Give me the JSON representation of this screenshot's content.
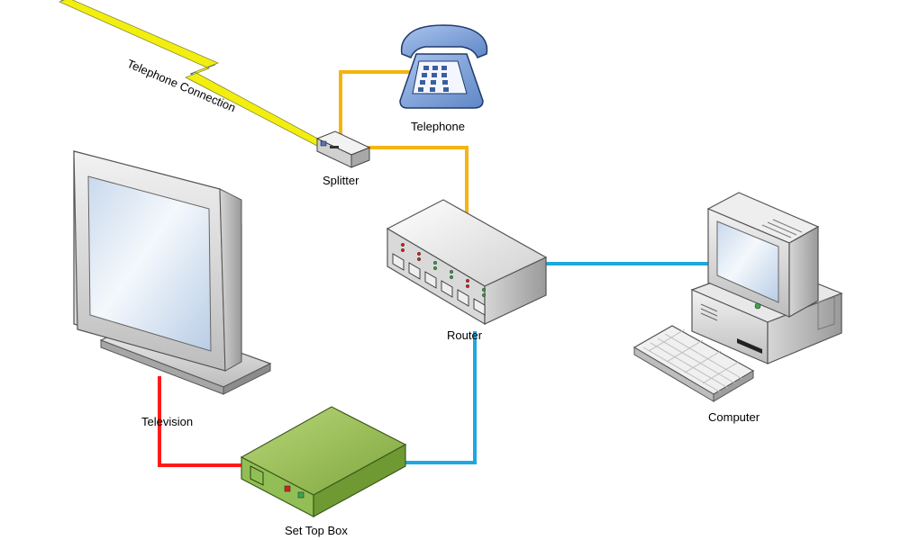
{
  "labels": {
    "telephone_connection": "Telephone Connection",
    "telephone": "Telephone",
    "splitter": "Splitter",
    "router": "Router",
    "television": "Television",
    "computer": "Computer",
    "set_top_box": "Set Top Box"
  },
  "colors": {
    "phone_line": "#f5b50f",
    "ethernet": "#1ea7e1",
    "video": "#ff1a1a",
    "lightning": "#f2ef10",
    "telephone_body": "#7fa6dd",
    "set_top_box": "#8db54b"
  },
  "connections": [
    {
      "from": "splitter",
      "to": "telephone",
      "type": "phone_line"
    },
    {
      "from": "splitter",
      "to": "router",
      "type": "phone_line"
    },
    {
      "from": "router",
      "to": "computer",
      "type": "ethernet"
    },
    {
      "from": "router",
      "to": "set_top_box",
      "type": "ethernet"
    },
    {
      "from": "set_top_box",
      "to": "television",
      "type": "video"
    }
  ]
}
